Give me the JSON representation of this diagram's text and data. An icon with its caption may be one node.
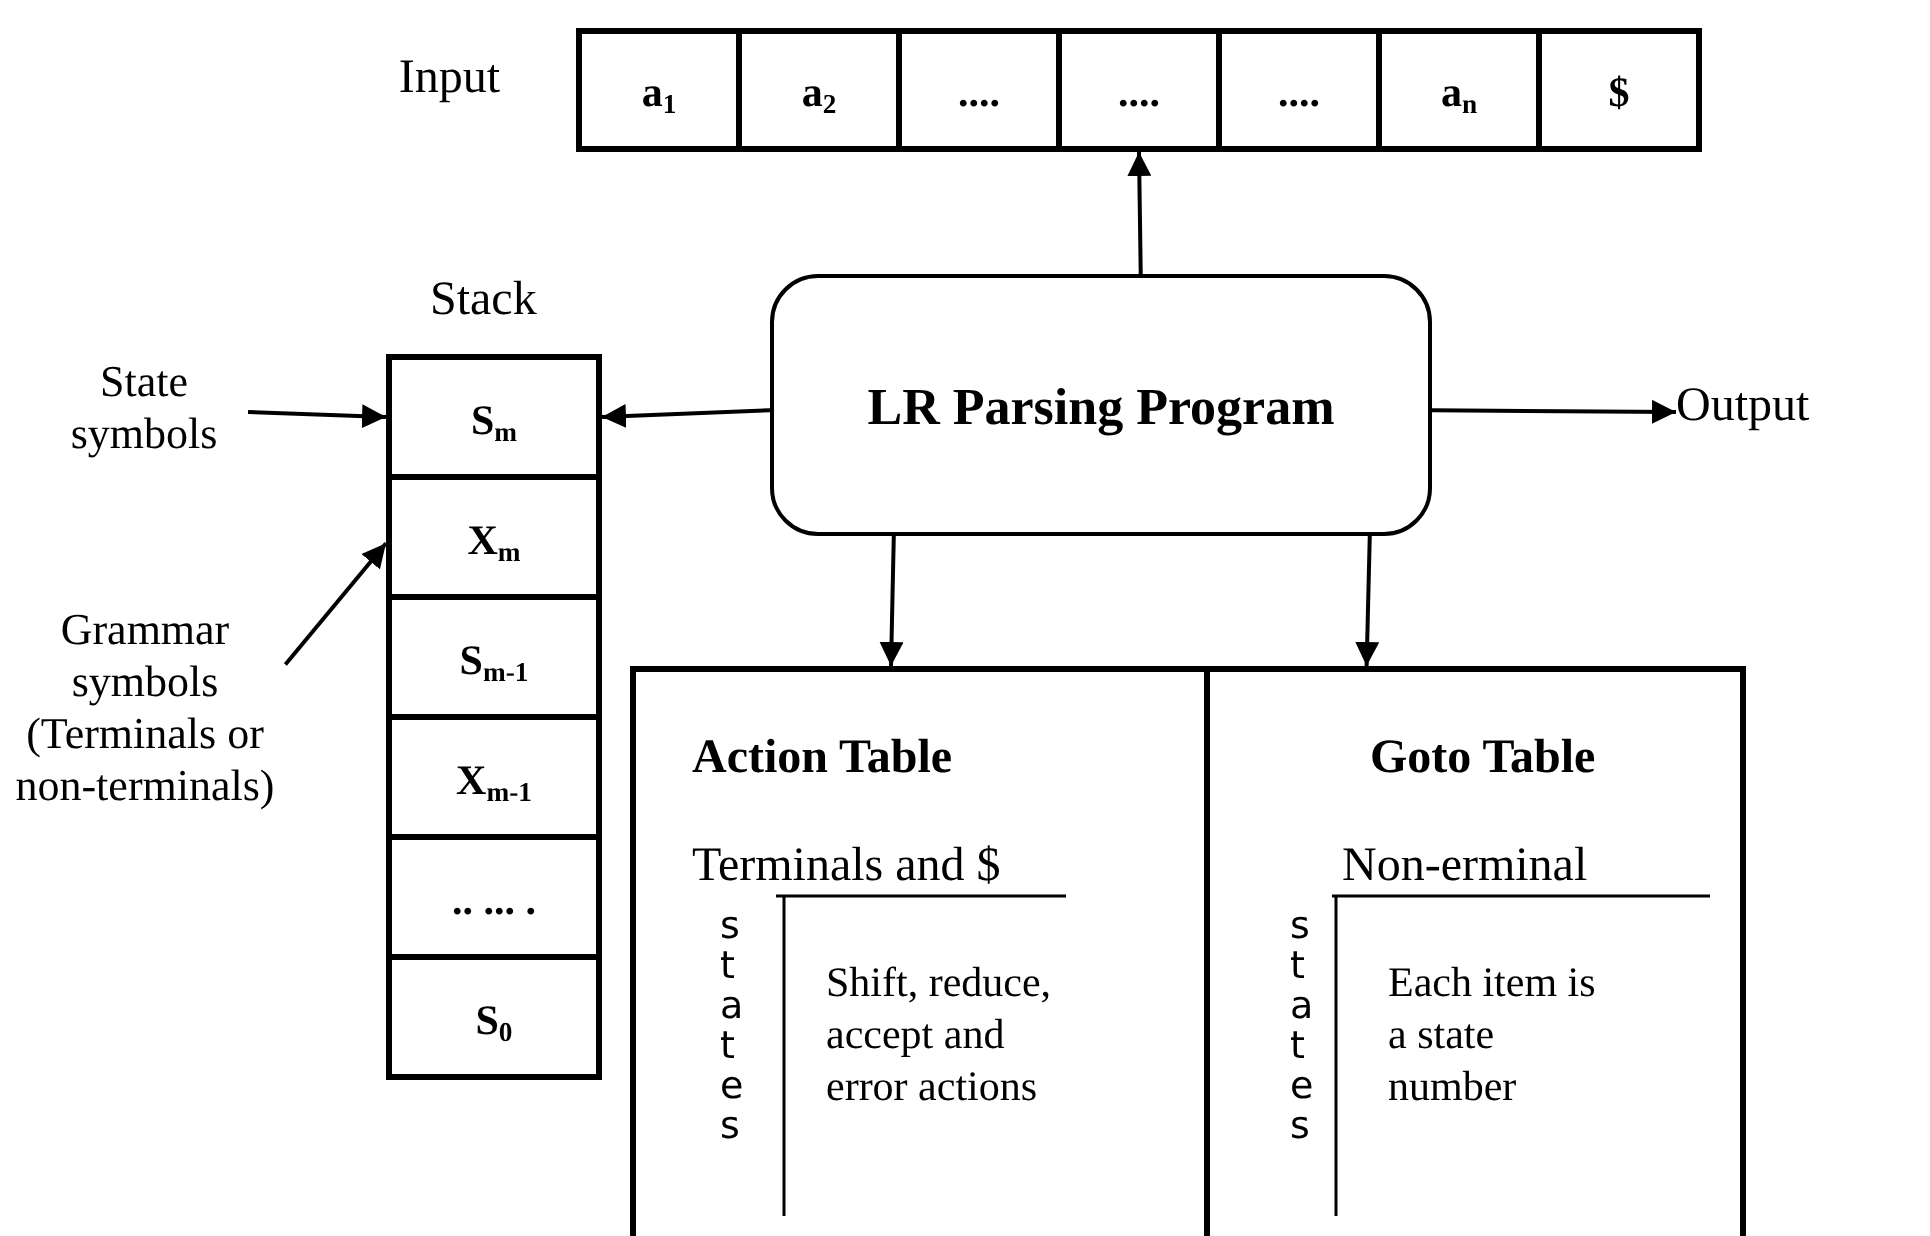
{
  "diagram": {
    "nodes": [
      {
        "text": [
          "Input"
        ]
      },
      {
        "text": [
          "a$_{1}$"
        ],
        "in": 0
      },
      {
        "text": [
          "a$_{2}$"
        ],
        "in": 0
      },
      {
        "text": [
          "...."
        ],
        "in": 0
      },
      {
        "text": [
          "...."
        ],
        "in": 0
      },
      {
        "text": [
          "...."
        ],
        "in": 0
      },
      {
        "text": [
          "a$_{n}$"
        ],
        "in": 0
      },
      {
        "text": [
          "$"
        ],
        "in": 0
      },
      {
        "text": [
          "Stack"
        ]
      },
      {
        "text": [
          "S$_{m}$"
        ],
        "in": 8
      },
      {
        "text": [
          "X$_{m}$"
        ],
        "in": 8
      },
      {
        "text": [
          "S$_{m-1}$"
        ],
        "in": 8
      },
      {
        "text": [
          "X$_{m-1}$"
        ],
        "in": 8
      },
      {
        "text": [
          ".. ... ."
        ],
        "in": 8
      },
      {
        "text": [
          "S$_{0}$"
        ],
        "in": 8
      },
      {
        "text": [
          "LR Parsing Program"
        ]
      },
      {
        "text": [
          "State symbols"
        ]
      },
      {
        "text": [
          "Grammar symbols (Terminals or non-terminals)"
        ]
      },
      {
        "text": [
          "Output"
        ]
      },
      {
        "text": [
          "Action Table",
          "Terminals and $",
          "states",
          "Shift, reduce, accept and error actions"
        ]
      },
      {
        "text": [
          "Goto Table",
          "Non-erminal",
          "states",
          "Each item is a state number"
        ]
      }
    ],
    "edges": [
      {
        "from": 15,
        "to": 4,
        "arrow": "to"
      },
      {
        "from": 15,
        "to": 9,
        "arrow": "to"
      },
      {
        "from": 15,
        "to": 18,
        "arrow": "to"
      },
      {
        "from": 15,
        "to": 19,
        "arrow": "to"
      },
      {
        "from": 15,
        "to": 20,
        "arrow": "to"
      },
      {
        "from": 16,
        "to": 9,
        "arrow": "to"
      },
      {
        "from": 17,
        "to": 10,
        "arrow": "to"
      }
    ]
  }
}
